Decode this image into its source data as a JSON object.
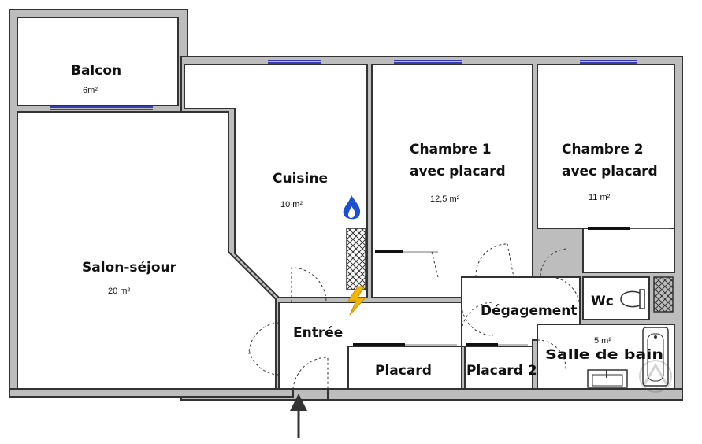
{
  "plan": {
    "rooms": [
      {
        "id": "balcon",
        "name": "Balcon",
        "area": "6m²"
      },
      {
        "id": "salon",
        "name": "Salon-séjour",
        "area": "20 m²"
      },
      {
        "id": "cuisine",
        "name": "Cuisine",
        "area": "10 m²"
      },
      {
        "id": "chambre1",
        "name": "Chambre 1",
        "name2": "avec placard",
        "area": "12,5 m²"
      },
      {
        "id": "chambre2",
        "name": "Chambre 2",
        "name2": "avec placard",
        "area": "11 m²"
      },
      {
        "id": "entree",
        "name": "Entrée"
      },
      {
        "id": "degagement",
        "name": "Dégagement"
      },
      {
        "id": "placard",
        "name": "Placard"
      },
      {
        "id": "placard2",
        "name": "Placard 2"
      },
      {
        "id": "wc",
        "name": "Wc"
      },
      {
        "id": "sdb",
        "name": "Salle de bain",
        "area": "5 m²"
      }
    ],
    "colors": {
      "wall": "#bdbdbd",
      "window": "#3a3ab0",
      "gas_flame": "#1f4fd1",
      "electric_bolt": "#f2b705",
      "entry_arrow": "#333333"
    },
    "icons": [
      "gas-flame-icon",
      "electric-bolt-icon",
      "toilet-icon",
      "bathtub-icon",
      "sink-icon",
      "entry-arrow-icon",
      "watermark-logo"
    ]
  }
}
